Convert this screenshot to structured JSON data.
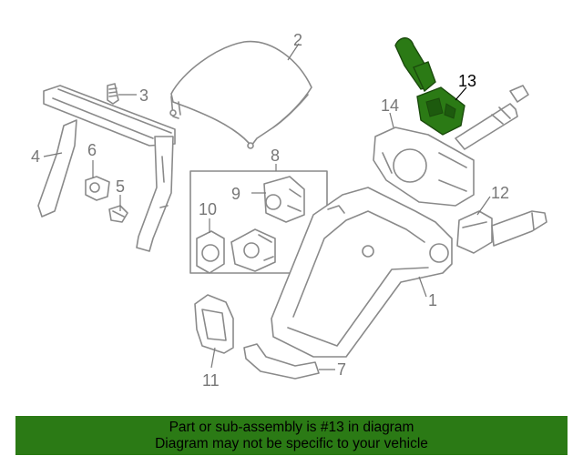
{
  "diagram": {
    "callouts": [
      {
        "id": "1",
        "label": "1"
      },
      {
        "id": "2",
        "label": "2"
      },
      {
        "id": "3",
        "label": "3"
      },
      {
        "id": "4",
        "label": "4"
      },
      {
        "id": "5",
        "label": "5"
      },
      {
        "id": "6",
        "label": "6"
      },
      {
        "id": "7",
        "label": "7"
      },
      {
        "id": "8",
        "label": "8"
      },
      {
        "id": "9",
        "label": "9"
      },
      {
        "id": "10",
        "label": "10"
      },
      {
        "id": "11",
        "label": "11"
      },
      {
        "id": "12",
        "label": "12"
      },
      {
        "id": "13",
        "label": "13"
      },
      {
        "id": "14",
        "label": "14"
      }
    ],
    "highlighted_part": "13",
    "highlight_color": "#2b7a15",
    "line_color": "#8a8a8a"
  },
  "footer": {
    "line1": "Part or sub-assembly is #13 in diagram",
    "line2": "Diagram may not be specific to your vehicle",
    "background": "#2b7a15"
  }
}
